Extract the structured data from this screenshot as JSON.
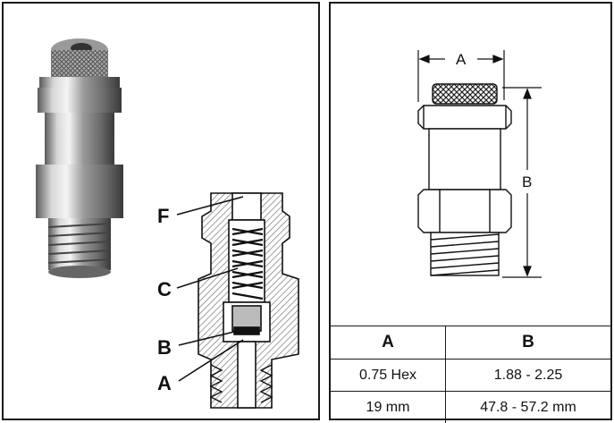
{
  "callouts": {
    "f": "F",
    "c": "C",
    "b": "B",
    "a": "A"
  },
  "dimensions": {
    "a_label": "A",
    "b_label": "B"
  },
  "spec_table": {
    "headers": [
      "A",
      "B"
    ],
    "rows": [
      [
        "0.75 Hex",
        "1.88 - 2.25"
      ],
      [
        "19 mm",
        "47.8 - 57.2 mm"
      ]
    ]
  }
}
